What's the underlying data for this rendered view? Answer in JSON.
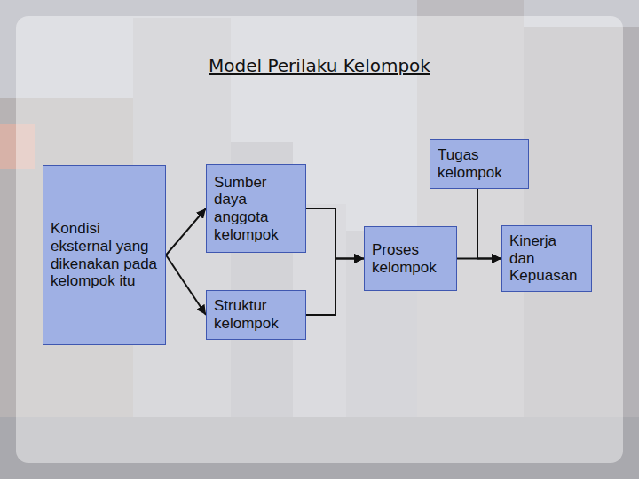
{
  "diagram": {
    "title": "Model Perilaku Kelompok",
    "nodes": [
      {
        "text": [
          "Kondisi eksternal yang dikenakan pada kelompok itu"
        ]
      },
      {
        "text": [
          "Sumber daya anggota kelompok"
        ]
      },
      {
        "text": [
          "Struktur kelompok"
        ]
      },
      {
        "text": [
          "Tugas kelompok"
        ]
      },
      {
        "text": [
          "Proses kelompok"
        ]
      },
      {
        "text": [
          "Kinerja dan Kepuasan"
        ]
      }
    ],
    "edges": [
      {
        "from": 0,
        "to": 1,
        "arrow": "to"
      },
      {
        "from": 0,
        "to": 2,
        "arrow": "to"
      },
      {
        "from": 1,
        "to": 4,
        "arrow": "to"
      },
      {
        "from": 2,
        "to": 4,
        "arrow": "to"
      },
      {
        "from": 3,
        "to": 5,
        "arrow": "to"
      },
      {
        "from": 4,
        "to": 5,
        "arrow": "to"
      }
    ]
  }
}
